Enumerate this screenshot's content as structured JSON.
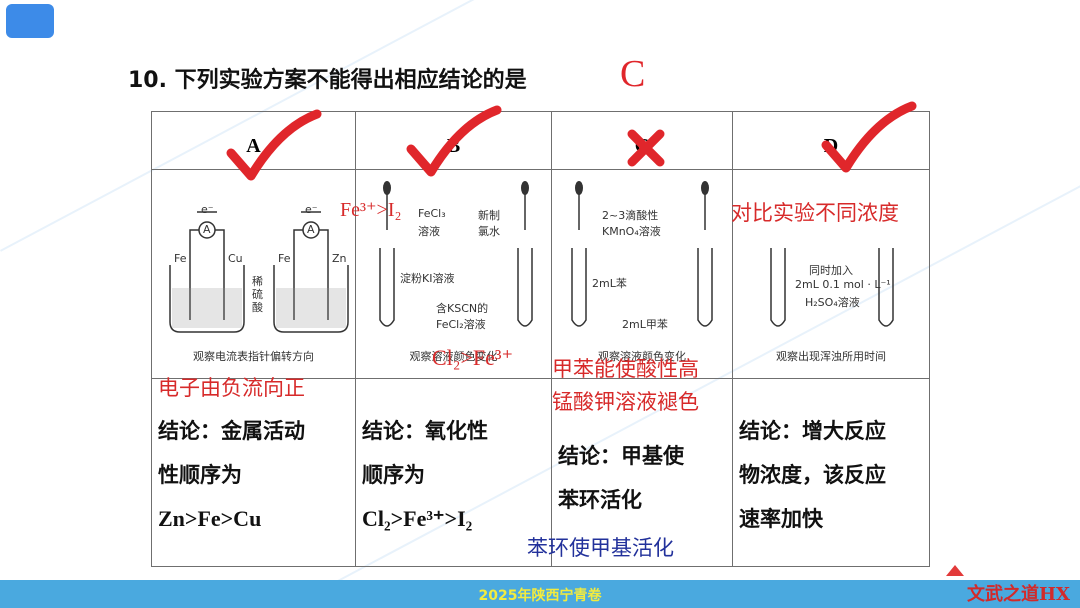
{
  "question": {
    "text": "10. 下列实验方案不能得出相应结论的是",
    "answer": "C"
  },
  "options": [
    {
      "label": "A",
      "result": "correct",
      "figure": {
        "caption": "观察电流表指针偏转方向",
        "labels": [
          "e⁻",
          "A",
          "Fe",
          "Cu",
          "稀",
          "硫",
          "酸",
          "e⁻",
          "A",
          "Fe",
          "Zn"
        ]
      },
      "conclusion_lines": [
        "结论：金属活动",
        "性顺序为",
        "Zn>Fe>Cu"
      ],
      "annotation": "电子由负流向正"
    },
    {
      "label": "B",
      "result": "correct",
      "figure": {
        "caption": "观察溶液颜色变化",
        "labels": [
          "FeCl₃",
          "溶液",
          "新制",
          "氯水",
          "淀粉KI溶液",
          "含KSCN的",
          "FeCl₂溶液"
        ]
      },
      "conclusion_lines": [
        "结论：氧化性",
        "顺序为",
        "Cl₂>Fe³⁺>I₂"
      ],
      "annotations": [
        "Fe³⁺>I₂",
        "Cl₂>Fe³⁺"
      ]
    },
    {
      "label": "C",
      "result": "wrong",
      "figure": {
        "caption": "观察溶液颜色变化",
        "labels": [
          "2~3滴酸性",
          "KMnO₄溶液",
          "2mL苯",
          "2mL甲苯"
        ]
      },
      "conclusion_lines": [
        "结论：甲基使",
        "苯环活化"
      ],
      "annotations": [
        "甲苯能使酸性高",
        "锰酸钾溶液褪色",
        "苯环使甲基活化"
      ]
    },
    {
      "label": "D",
      "result": "correct",
      "figure": {
        "caption": "观察出现浑浊所用时间",
        "labels": [
          "同时加入",
          "2mL 0.1 mol · L⁻¹",
          "H₂SO₄溶液"
        ]
      },
      "conclusion_lines": [
        "结论：增大反应",
        "物浓度，该反应",
        "速率加快"
      ],
      "annotation": "对比实验不同浓度"
    }
  ],
  "footer": {
    "text": "2025年陕西宁青卷",
    "brand": "文武之道HX"
  },
  "colors": {
    "accent_red": "#d72a2a",
    "annotation_blue": "#22319b",
    "footer_bg": "#4aa9df",
    "tab_blue": "#3d8be8"
  }
}
